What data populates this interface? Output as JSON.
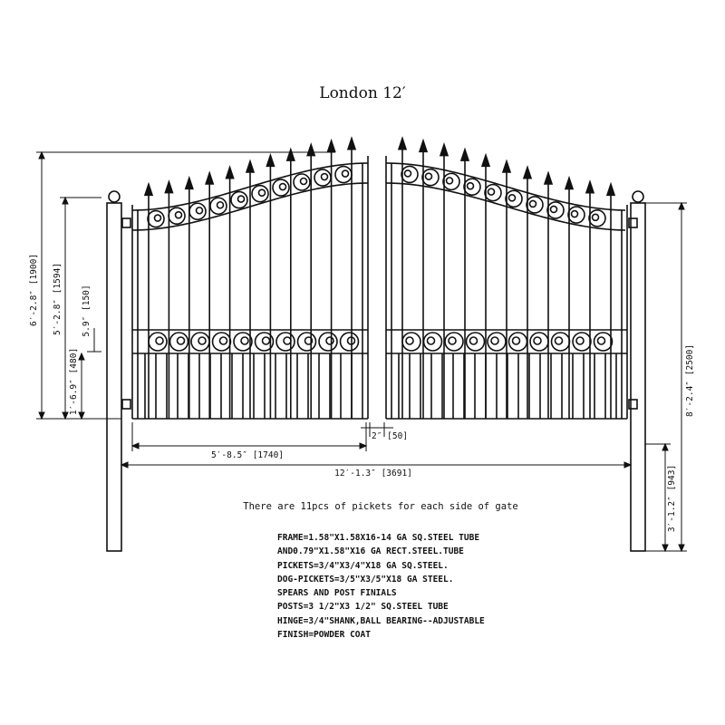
{
  "title": "London 12′",
  "summary": "There are 11pcs of pickets for each side of gate",
  "specs": [
    "FRAME=1.58\"X1.58X16-14 GA SQ.STEEL TUBE",
    "AND0.79\"X1.58\"X16 GA RECT.STEEL.TUBE",
    "PICKETS=3/4\"X3/4\"X18 GA SQ.STEEL.",
    "DOG-PICKETS=3/5\"X3/5\"X18 GA STEEL.",
    "SPEARS AND POST FINIALS",
    "POSTS=3 1/2\"X3 1/2\" SQ.STEEL TUBE",
    "HINGE=3/4\"SHANK,BALL BEARING--ADJUSTABLE",
    "FINISH=POWDER COAT"
  ],
  "dimensions": {
    "total_height": "6′-2.8″ [1900]",
    "frame_height": "5′-2.8″ [1594]",
    "top_gap": "5.9″ [150]",
    "lower_height": "1′-6.9″ [480]",
    "post_height": "8′-2.4″ [2500]",
    "post_in_ground": "3′-1.2″ [943]",
    "leaf_width": "5′-8.5″ [1740]",
    "center_gap": "2″ [50]",
    "total_width": "12′-1.3″ [3691]"
  },
  "pickets_per_side": 11
}
